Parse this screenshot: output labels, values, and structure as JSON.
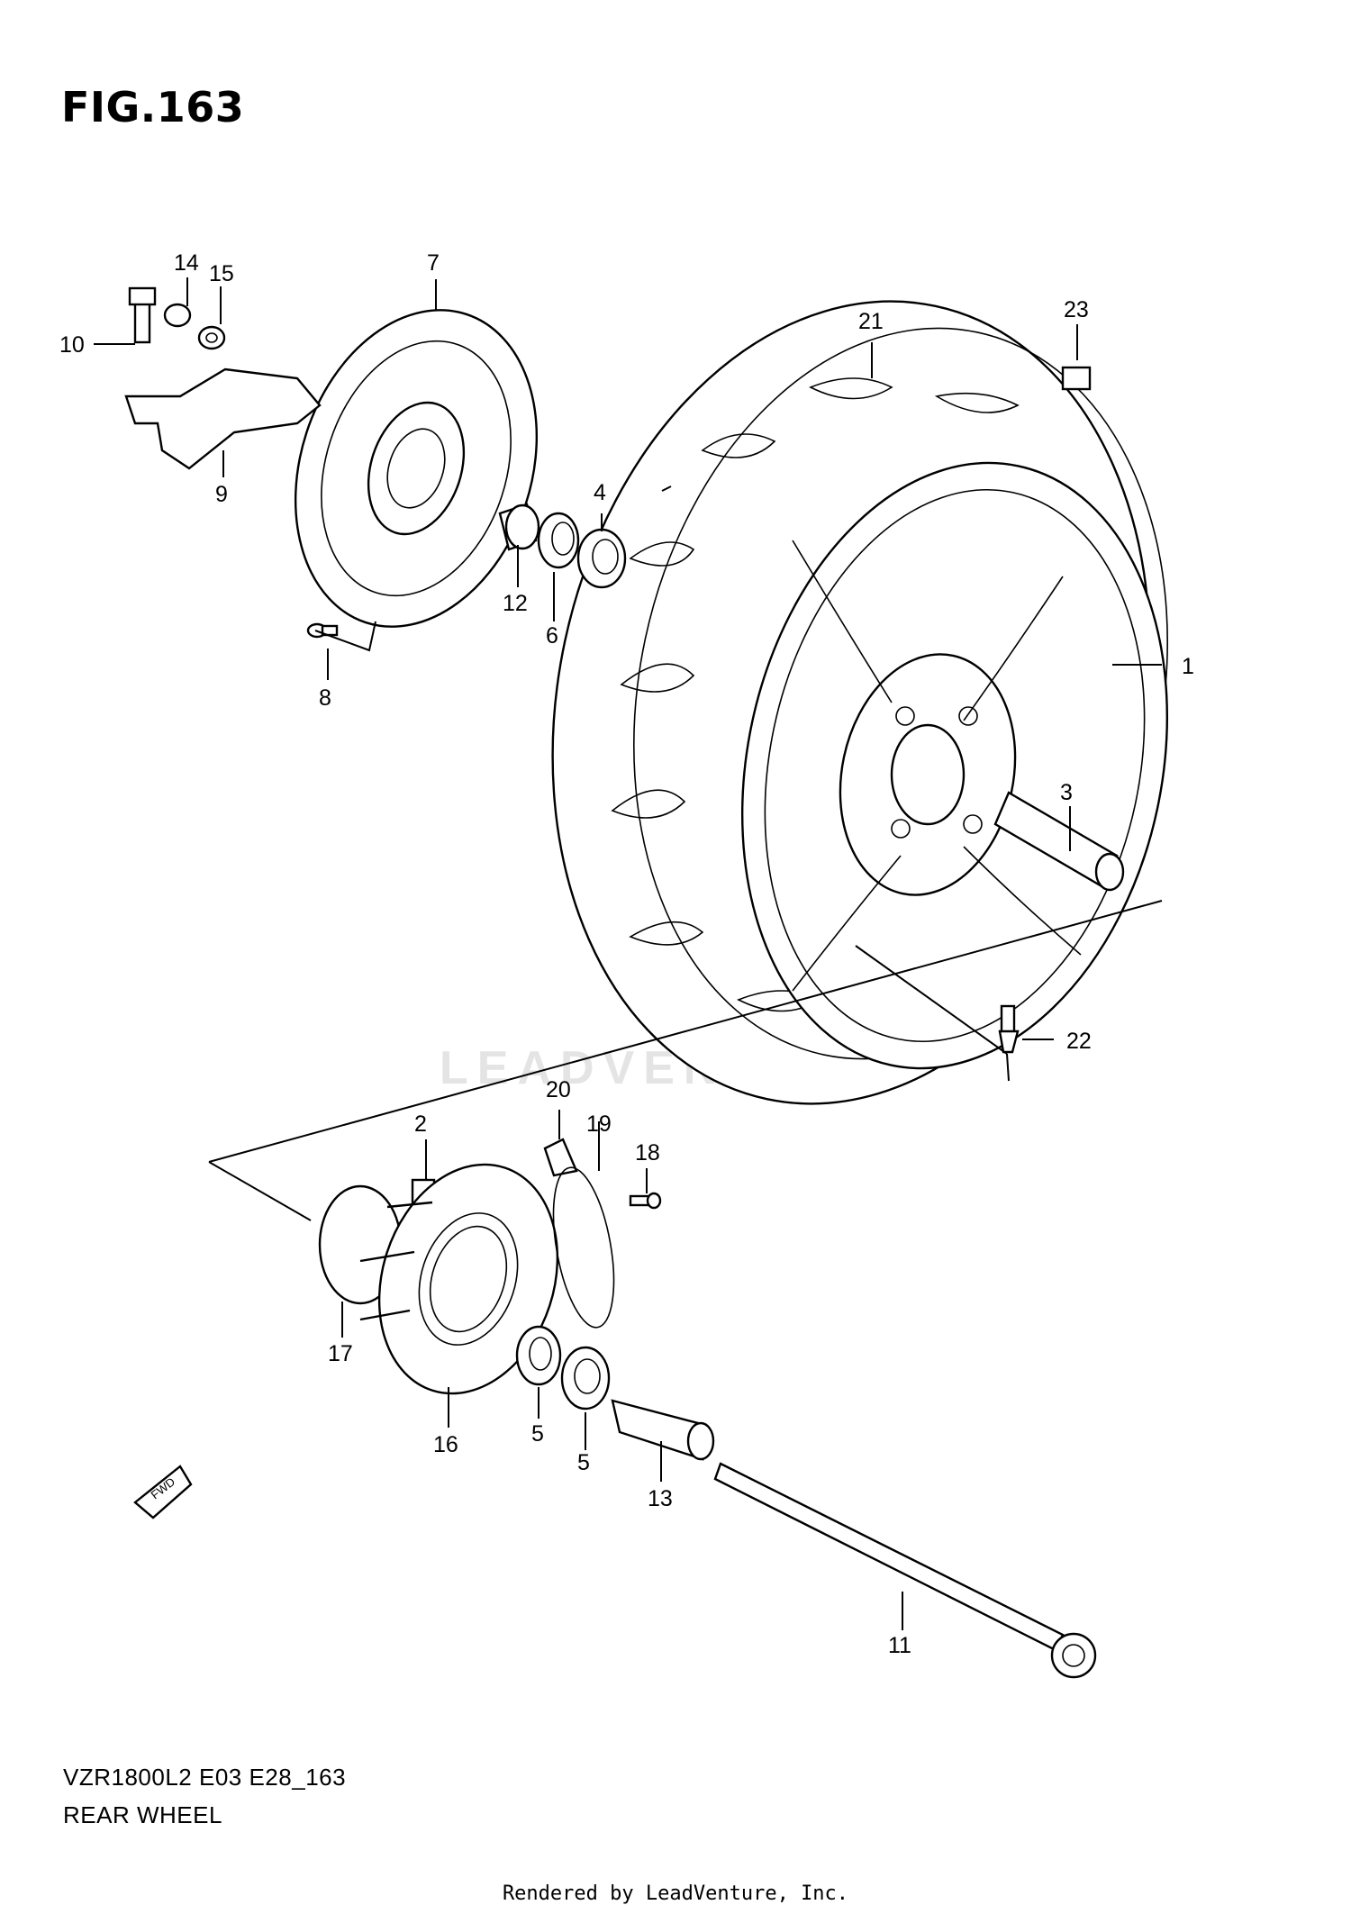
{
  "figure": {
    "title": "FIG.163",
    "model_code": "VZR1800L2 E03 E28_163",
    "caption": "REAR WHEEL",
    "credit": "Rendered by LeadVenture, Inc.",
    "watermark": "LEADVENTURE",
    "fwd_label": "FWD"
  },
  "callouts": [
    "1",
    "2",
    "3",
    "4",
    "5",
    "5",
    "6",
    "7",
    "8",
    "9",
    "10",
    "11",
    "12",
    "13",
    "14",
    "15",
    "16",
    "17",
    "18",
    "19",
    "20",
    "21",
    "22",
    "23"
  ]
}
